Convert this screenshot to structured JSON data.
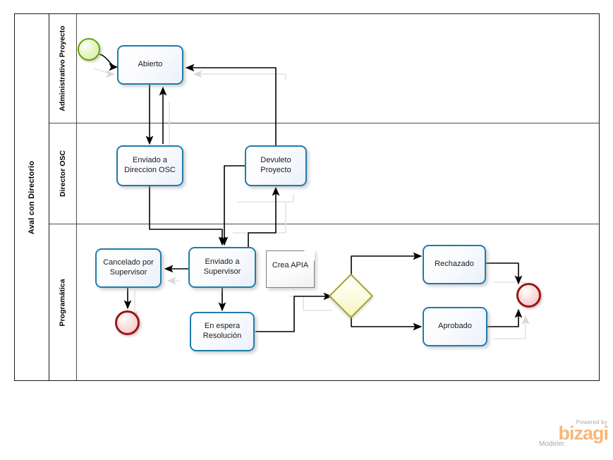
{
  "diagram": {
    "type": "bpmn-process-diagram",
    "pool": {
      "label": "Aval con Directorio"
    },
    "lanes": [
      {
        "id": "lane-administrativo-proyecto",
        "label": "Administrativo Proyecto"
      },
      {
        "id": "lane-director-osc",
        "label": "Director OSC"
      },
      {
        "id": "lane-programatica",
        "label": "Programática"
      }
    ],
    "tasks": [
      {
        "id": "task-abierto",
        "label": "Abierto",
        "lane": "lane-administrativo-proyecto"
      },
      {
        "id": "task-enviado-a-direccion-osc",
        "label": "Enviado a Direccion OSC",
        "lane": "lane-director-osc"
      },
      {
        "id": "task-devuleto-proyecto",
        "label": "Devuleto Proyecto",
        "lane": "lane-director-osc"
      },
      {
        "id": "task-cancelado-por-supervisor",
        "label": "Cancelado por Supervisor",
        "lane": "lane-programatica"
      },
      {
        "id": "task-enviado-a-supervisor",
        "label": "Enviado a Supervisor",
        "lane": "lane-programatica"
      },
      {
        "id": "task-en-espera-resolucion",
        "label": "En espera Resolución",
        "lane": "lane-programatica"
      },
      {
        "id": "task-rechazado",
        "label": "Rechazado",
        "lane": "lane-programatica"
      },
      {
        "id": "task-aprobado",
        "label": "Aprobado",
        "lane": "lane-programatica"
      }
    ],
    "events": [
      {
        "id": "event-start",
        "kind": "start",
        "label": "",
        "lane": "lane-administrativo-proyecto"
      },
      {
        "id": "event-end-cancelado",
        "kind": "end",
        "label": "",
        "lane": "lane-programatica"
      },
      {
        "id": "event-end-final",
        "kind": "end",
        "label": "",
        "lane": "lane-programatica"
      }
    ],
    "gateways": [
      {
        "id": "gateway-exclusive",
        "kind": "exclusive",
        "label": "",
        "lane": "lane-programatica"
      }
    ],
    "data_objects": [
      {
        "id": "data-crea-apia",
        "label": "Crea APIA",
        "lane": "lane-programatica"
      }
    ],
    "colors": {
      "task_border": "#1f7caa",
      "task_fill_light": "#ffffff",
      "task_fill_dark": "#eaf0fa",
      "start_event_border": "#66a300",
      "start_event_fill": "#d4ef9e",
      "end_event_border": "#9e1414",
      "end_event_fill": "#f2bdbd",
      "gateway_border": "#a3a32e",
      "gateway_fill": "#f4f4bd",
      "pool_border": "#1a1a1a",
      "lane_border": "#4d4d4d",
      "connector": "#000000",
      "data_object_border": "#808080"
    }
  },
  "watermark": {
    "powered_by": "Powered by",
    "brand": "bizagi",
    "product": "Modeler",
    "brand_color": "#f6b87a"
  }
}
